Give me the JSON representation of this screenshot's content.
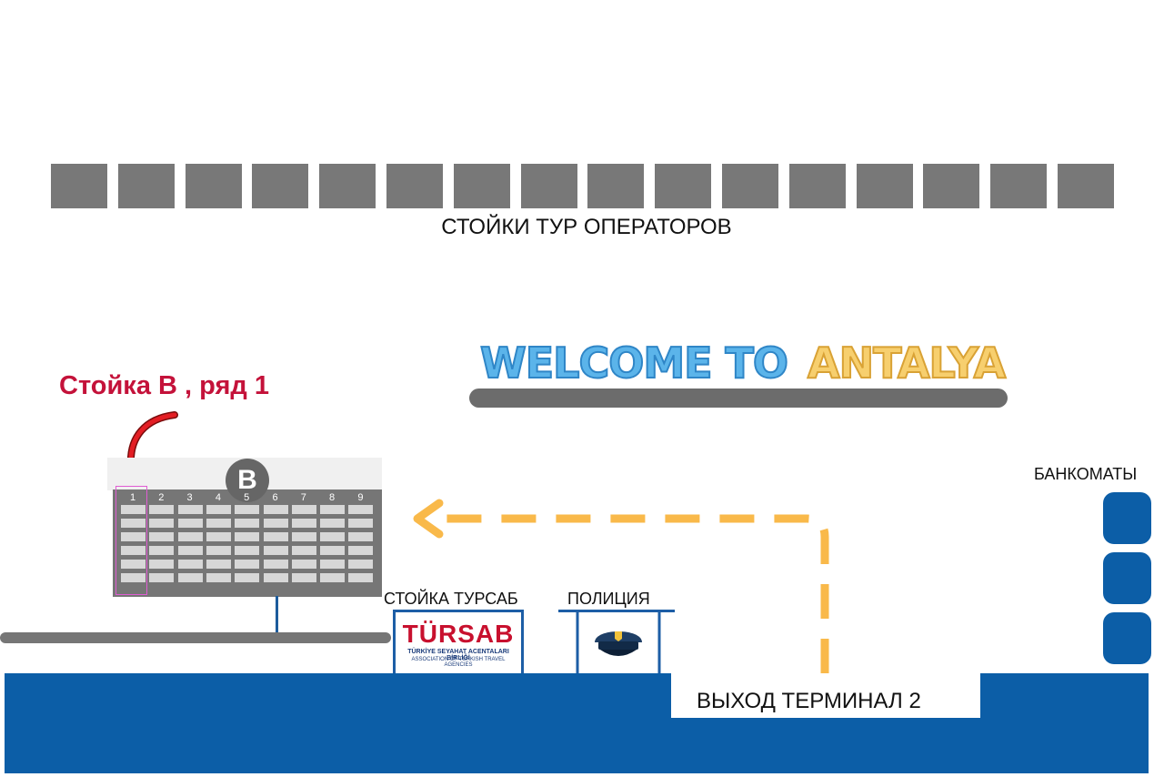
{
  "tour_operator_counters": {
    "label": "СТОЙКИ ТУР ОПЕРАТОРОВ",
    "count": 16,
    "color": "#787878"
  },
  "welcome": {
    "part1": "WELCOME TO",
    "part2": "ANTALYA",
    "color1": "#5bb4ea",
    "color2": "#f7cf6e"
  },
  "stand": {
    "label": "Стойка В , ряд 1",
    "badge": "B",
    "columns": [
      "1",
      "2",
      "3",
      "4",
      "5",
      "6",
      "7",
      "8",
      "9"
    ],
    "rows": 6,
    "highlighted_column": "1",
    "label_color": "#c4123a",
    "arrow_color": "#e31e24"
  },
  "tursab": {
    "label": "СТОЙКА ТУРСАБ",
    "logo_text": "TÜRSAB",
    "subtitle1": "TÜRKİYE SEYAHAT ACENTALARI BİRLİĞİ",
    "subtitle2": "ASSOCIATION OF TURKISH TRAVEL AGENCIES",
    "logo_color": "#c8102e"
  },
  "police": {
    "label": "ПОЛИЦИЯ",
    "icon": "police-cap-icon"
  },
  "exit": {
    "label": "ВЫХОД  ТЕРМИНАЛ 2"
  },
  "atms": {
    "label": "БАНКОМАТЫ",
    "count": 3
  },
  "route": {
    "color": "#f9b94a",
    "icon": "dashed-route-arrow"
  },
  "colors": {
    "terminal_blue": "#0c5ea7",
    "wall_gray": "#767676"
  }
}
